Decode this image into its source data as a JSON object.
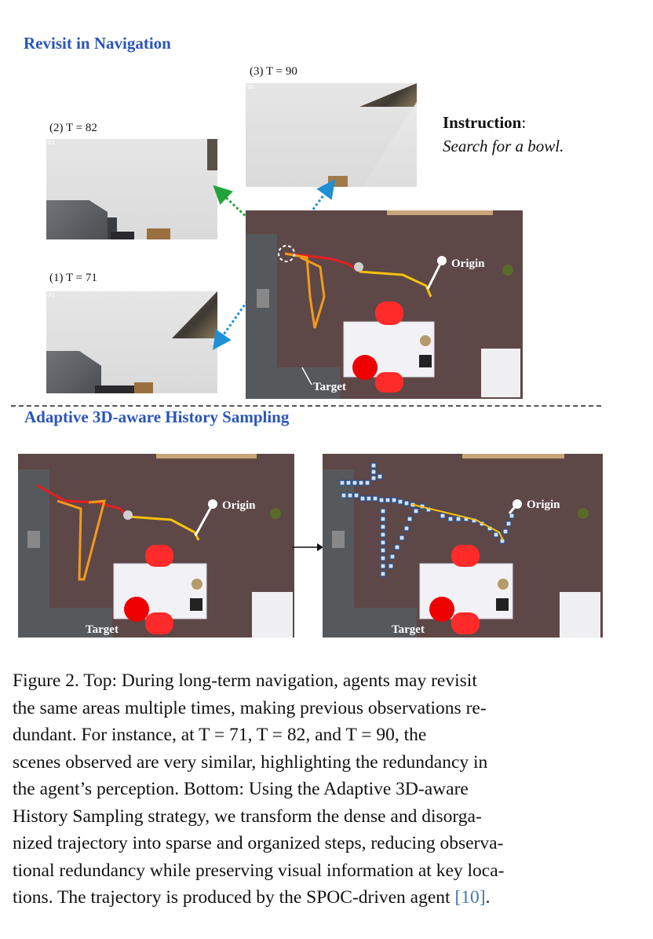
{
  "top": {
    "section_title": "Revisit in Navigation",
    "frames": [
      {
        "label": "(3) T = 90",
        "stamp": "90"
      },
      {
        "label": "(2) T = 82",
        "stamp": "82"
      },
      {
        "label": "(1) T = 71",
        "stamp": "71"
      }
    ],
    "instruction_title": "Instruction",
    "instruction_colon": ":",
    "instruction_text": "Search for a bowl.",
    "map_labels": {
      "origin": "Origin",
      "target": "Target"
    }
  },
  "bottom": {
    "section_title": "Adaptive 3D-aware History Sampling",
    "left_map": {
      "origin": "Origin",
      "target": "Target"
    },
    "right_map": {
      "origin": "Origin",
      "target": "Target"
    }
  },
  "colors": {
    "section_title": "#2a55b8",
    "floor": "#5e4747",
    "stone": "#55595c",
    "table": "#f2f2f6",
    "chair_red": "#ff2b2b",
    "target_dot": "#ee0000",
    "path_red": "#e51f1f",
    "path_orange": "#f39b1c",
    "path_yellow": "#f5c10d",
    "arrow_green": "#22a33a",
    "arrow_blue": "#1f8fd6",
    "citation": "#3b78b8"
  },
  "caption": {
    "line1": "Figure 2.  Top:  During long-term navigation, agents may revisit",
    "line2": "the same areas multiple times, making previous observations re-",
    "line3": "dundant.  For instance, at T  =  71, T  =  82, and T  =  90, the",
    "line4": "scenes observed are very similar, highlighting the redundancy in",
    "line5": "the agent’s perception.  Bottom:  Using the Adaptive 3D-aware",
    "line6": "History Sampling strategy, we transform the dense and disorga-",
    "line7": "nized trajectory into sparse and organized steps, reducing observa-",
    "line8": "tional redundancy while preserving visual information at key loca-",
    "line9": "tions. The trajectory is produced by the SPOC-driven agent ",
    "citation": "[10]",
    "line9_end": "."
  }
}
